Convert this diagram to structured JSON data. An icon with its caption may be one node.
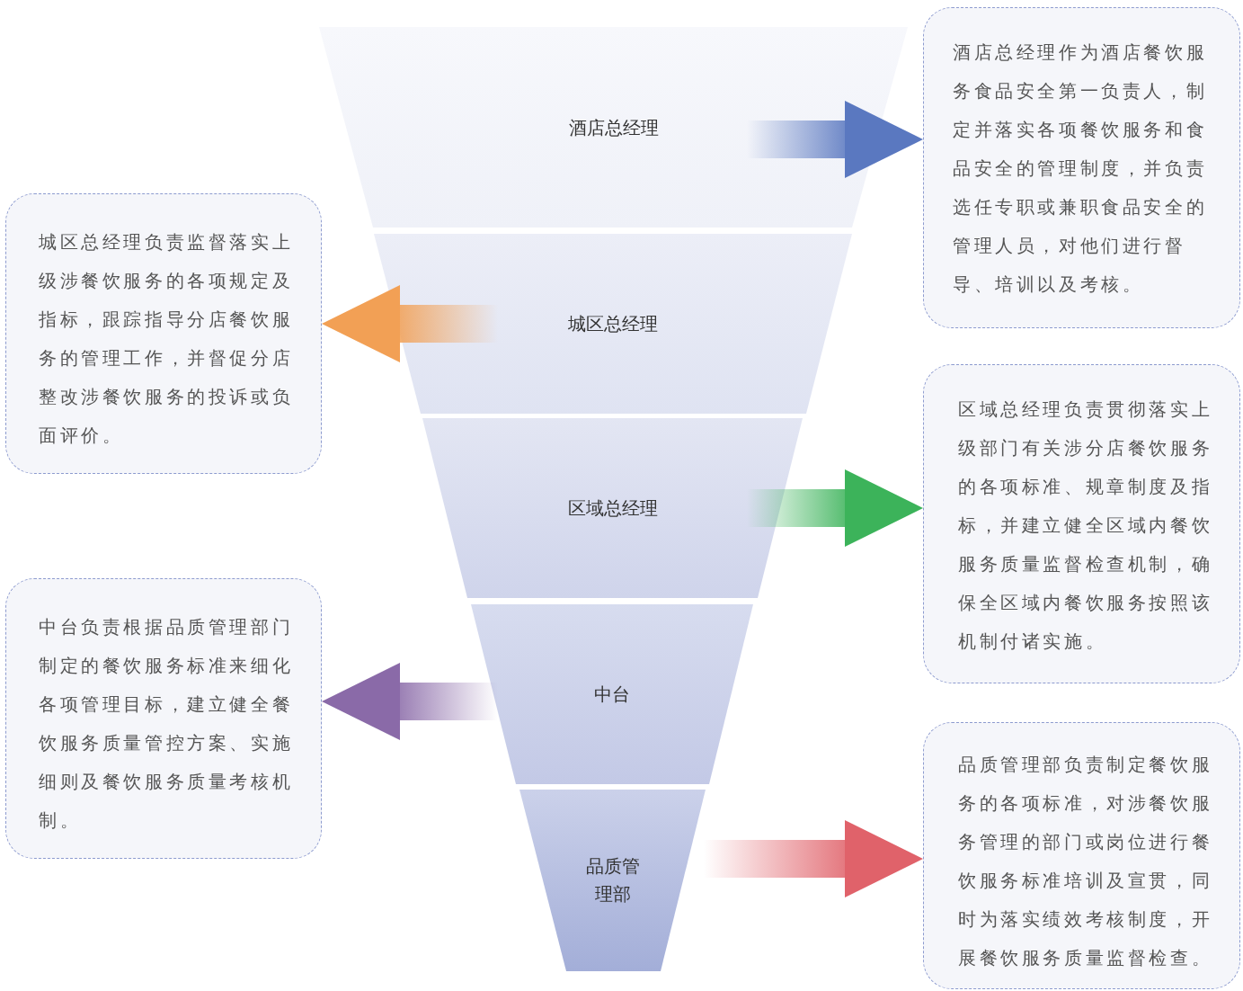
{
  "diagram": {
    "nodes": [
      {
        "text": [
          "酒店总经理"
        ]
      },
      {
        "text": [
          "城区总经理"
        ]
      },
      {
        "text": [
          "区域总经理"
        ]
      },
      {
        "text": [
          "中台"
        ]
      },
      {
        "text": [
          "品质管理部"
        ]
      },
      {
        "text": [
          "酒店总经理作为酒店餐饮服务食品安全第一负责人，制定并落实各项餐饮服务和食品安全的管理制度，并负责选任专职或兼职食品安全的管理人员，对他们进行督导、培训以及考核。"
        ]
      },
      {
        "text": [
          "城区总经理负责监督落实上级涉餐饮服务的各项规定及指标，跟踪指导分店餐饮服务的管理工作，并督促分店整改涉餐饮服务的投诉或负面评价。"
        ]
      },
      {
        "text": [
          "区域总经理负责贯彻落实上级部门有关涉分店餐饮服务的各项标准、规章制度及指标，并建立健全区域内餐饮服务质量监督检查机制，确保全区域内餐饮服务按照该机制付诸实施。"
        ]
      },
      {
        "text": [
          "中台负责根据品质管理部门制定的餐饮服务标准来细化各项管理目标，建立健全餐饮服务质量管控方案、实施细则及餐饮服务质量考核机制。"
        ]
      },
      {
        "text": [
          "品质管理部负责制定餐饮服务的各项标准，对涉餐饮服务管理的部门或岗位进行餐饮服务标准培训及宣贯，同时为落实绩效考核制度，开展餐饮服务质量监督检查。"
        ]
      }
    ],
    "edges": [
      {
        "from": 0,
        "to": 5,
        "arrow": "to",
        "style": "thick",
        "color": "#5a78c0"
      },
      {
        "from": 1,
        "to": 6,
        "arrow": "to",
        "style": "thick",
        "color": "#f2a055"
      },
      {
        "from": 2,
        "to": 7,
        "arrow": "to",
        "style": "thick",
        "color": "#3cb35a"
      },
      {
        "from": 3,
        "to": 8,
        "arrow": "to",
        "style": "thick",
        "color": "#8a6aa8"
      },
      {
        "from": 4,
        "to": 9,
        "arrow": "to",
        "style": "thick",
        "color": "#e0626a"
      }
    ]
  }
}
